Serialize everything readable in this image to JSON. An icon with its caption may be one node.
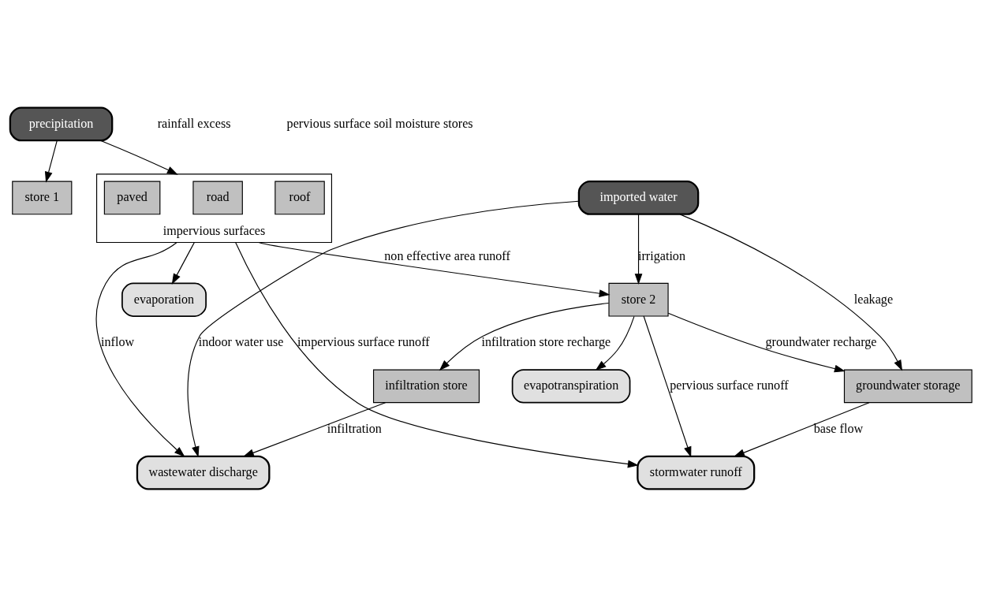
{
  "diagram": {
    "nodes": [
      {
        "text": [
          "precipitation"
        ]
      },
      {
        "text": [
          "imported water"
        ]
      },
      {
        "text": [
          "evapotranspiration"
        ]
      },
      {
        "text": [
          "evaporation"
        ]
      },
      {
        "text": [
          "store 1"
        ]
      },
      {
        "text": [
          "store 2"
        ]
      },
      {
        "text": [
          "impervious surfaces"
        ]
      },
      {
        "text": [
          "roof"
        ],
        "in": 6
      },
      {
        "text": [
          "road"
        ],
        "in": 6
      },
      {
        "text": [
          "paved"
        ],
        "in": 6
      },
      {
        "text": [
          "infiltration store"
        ]
      },
      {
        "text": [
          "groundwater storage"
        ]
      },
      {
        "text": [
          "stormwater runoff"
        ]
      },
      {
        "text": [
          "wastewater discharge"
        ]
      }
    ],
    "edges": [
      {
        "from": 0,
        "to": 4,
        "arrow": "to"
      },
      {
        "from": 0,
        "to": 6,
        "arrow": "to"
      },
      {
        "from": 1,
        "to": 5,
        "arrow": "to",
        "label": "irrigation"
      },
      {
        "from": 1,
        "to": 11,
        "arrow": "to",
        "label": "leakage"
      },
      {
        "from": 1,
        "to": 13,
        "arrow": "to",
        "label": "indoor water use"
      },
      {
        "from": 5,
        "to": 2,
        "arrow": "to"
      },
      {
        "from": 6,
        "to": 3,
        "arrow": "to"
      },
      {
        "from": 6,
        "to": 5,
        "arrow": "to",
        "label": "non effective area runoff"
      },
      {
        "from": 6,
        "to": 12,
        "arrow": "to",
        "label": "impervious surface runoff"
      },
      {
        "from": 6,
        "to": 13,
        "arrow": "to",
        "label": "inflow"
      },
      {
        "from": 5,
        "to": 12,
        "arrow": "to",
        "label": "pervious surface runoff"
      },
      {
        "from": 5,
        "to": 10,
        "arrow": "to",
        "label": "infiltration store recharge"
      },
      {
        "from": 5,
        "to": 11,
        "arrow": "to",
        "label": "groundwater recharge"
      },
      {
        "from": 10,
        "to": 13,
        "arrow": "to",
        "label": "infiltration"
      },
      {
        "from": 11,
        "to": 12,
        "arrow": "to",
        "label": "base flow"
      }
    ],
    "labels": [
      "rainfall excess",
      "pervious surface soil moisture stores"
    ]
  }
}
